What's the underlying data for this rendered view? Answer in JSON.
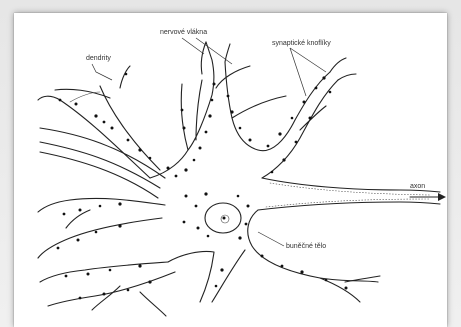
{
  "labels": {
    "dendrity": "dendrity",
    "nervove_vlakna": "nervové vlákna",
    "synapticke_knofliky": "synaptické knoflíky",
    "axon": "axon",
    "bunecne_telo": "buněčné tělo"
  },
  "colors": {
    "ink": "#222222",
    "paper": "#ffffff",
    "background": "#ececec"
  }
}
